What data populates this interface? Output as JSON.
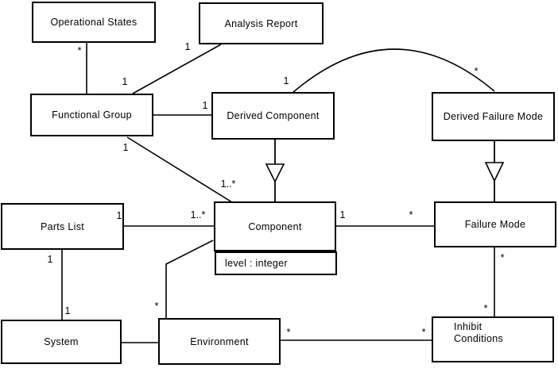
{
  "diagram": {
    "type": "uml-class-diagram",
    "colors": {
      "background": "#ffffff",
      "box_fill": "#ffffff",
      "box_border": "#000000",
      "line": "#000000",
      "text": "#000000"
    },
    "classes": {
      "operational_states": {
        "label": "Operational States"
      },
      "analysis_report": {
        "label": "Analysis Report"
      },
      "functional_group": {
        "label": "Functional Group"
      },
      "derived_component": {
        "label": "Derived Component"
      },
      "derived_failure_mode": {
        "label": "Derived Failure Mode"
      },
      "parts_list": {
        "label": "Parts List"
      },
      "component": {
        "label": "Component",
        "attributes": [
          "level : integer"
        ]
      },
      "failure_mode": {
        "label": "Failure Mode"
      },
      "system": {
        "label": "System"
      },
      "environment": {
        "label": "Environment"
      },
      "inhibit_conditions": {
        "label_lines": [
          "Inhibit",
          "Conditions"
        ]
      }
    },
    "associations": [
      {
        "id": "os-fg",
        "from": "Operational States",
        "to": "Functional Group",
        "from_mult": "*",
        "to_mult": "1"
      },
      {
        "id": "ar-fg",
        "from": "Analysis Report",
        "to": "Functional Group",
        "from_mult": "1",
        "to_mult": ""
      },
      {
        "id": "fg-dc",
        "from": "Functional Group",
        "to": "Derived Component",
        "from_mult": "",
        "to_mult": "1"
      },
      {
        "id": "fg-comp",
        "from": "Functional Group",
        "to": "Component",
        "from_mult": "1",
        "to_mult": "1..*"
      },
      {
        "id": "dc-dfm",
        "from": "Derived Component",
        "to": "Derived Failure Mode",
        "from_mult": "1",
        "to_mult": "*"
      },
      {
        "id": "pl-comp",
        "from": "Parts List",
        "to": "Component",
        "from_mult": "1",
        "to_mult": "1..*"
      },
      {
        "id": "comp-fm",
        "from": "Component",
        "to": "Failure Mode",
        "from_mult": "1",
        "to_mult": "*"
      },
      {
        "id": "pl-sys",
        "from": "Parts List",
        "to": "System",
        "from_mult": "1",
        "to_mult": "1"
      },
      {
        "id": "sys-env",
        "from": "System",
        "to": "Environment",
        "from_mult": "",
        "to_mult": ""
      },
      {
        "id": "comp-env",
        "from": "Component",
        "to": "Environment",
        "from_mult": "",
        "to_mult": "*"
      },
      {
        "id": "env-ic",
        "from": "Environment",
        "to": "Inhibit Conditions",
        "from_mult": "*",
        "to_mult": "*"
      },
      {
        "id": "fm-ic",
        "from": "Failure Mode",
        "to": "Inhibit Conditions",
        "from_mult": "*",
        "to_mult": "*"
      }
    ],
    "generalizations": [
      {
        "child": "Derived Component",
        "parent": "Component"
      },
      {
        "child": "Derived Failure Mode",
        "parent": "Failure Mode"
      }
    ]
  }
}
